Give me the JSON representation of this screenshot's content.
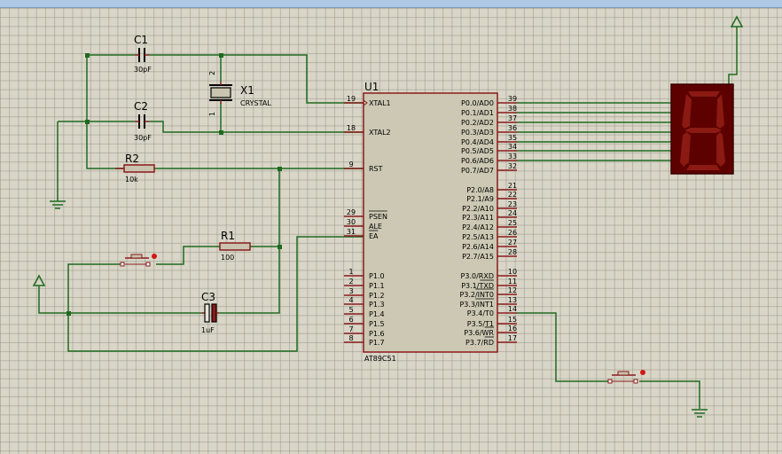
{
  "components": {
    "c1": {
      "ref": "C1",
      "value": "30pF"
    },
    "c2": {
      "ref": "C2",
      "value": "30pF"
    },
    "x1": {
      "ref": "X1",
      "value": "CRYSTAL",
      "pin1": "1",
      "pin2": "2"
    },
    "r2": {
      "ref": "R2",
      "value": "10k"
    },
    "r1": {
      "ref": "R1",
      "value": "100"
    },
    "c3": {
      "ref": "C3",
      "value": "1uF"
    }
  },
  "mcu": {
    "ref": "U1",
    "part": "AT89C51",
    "left_pins": [
      {
        "num": "19",
        "name": "XTAL1"
      },
      {
        "num": "18",
        "name": "XTAL2"
      },
      {
        "num": "9",
        "name": "RST"
      },
      {
        "num": "29",
        "name": "PSEN"
      },
      {
        "num": "30",
        "name": "ALE"
      },
      {
        "num": "31",
        "name": "EA"
      },
      {
        "num": "1",
        "name": "P1.0"
      },
      {
        "num": "2",
        "name": "P1.1"
      },
      {
        "num": "3",
        "name": "P1.2"
      },
      {
        "num": "4",
        "name": "P1.3"
      },
      {
        "num": "5",
        "name": "P1.4"
      },
      {
        "num": "6",
        "name": "P1.5"
      },
      {
        "num": "7",
        "name": "P1.6"
      },
      {
        "num": "8",
        "name": "P1.7"
      }
    ],
    "right_pins": [
      {
        "num": "39",
        "name": "P0.0/AD0"
      },
      {
        "num": "38",
        "name": "P0.1/AD1"
      },
      {
        "num": "37",
        "name": "P0.2/AD2"
      },
      {
        "num": "36",
        "name": "P0.3/AD3"
      },
      {
        "num": "35",
        "name": "P0.4/AD4"
      },
      {
        "num": "34",
        "name": "P0.5/AD5"
      },
      {
        "num": "33",
        "name": "P0.6/AD6"
      },
      {
        "num": "32",
        "name": "P0.7/AD7"
      },
      {
        "num": "21",
        "name": "P2.0/A8"
      },
      {
        "num": "22",
        "name": "P2.1/A9"
      },
      {
        "num": "23",
        "name": "P2.2/A10"
      },
      {
        "num": "24",
        "name": "P2.3/A11"
      },
      {
        "num": "25",
        "name": "P2.4/A12"
      },
      {
        "num": "26",
        "name": "P2.5/A13"
      },
      {
        "num": "27",
        "name": "P2.6/A14"
      },
      {
        "num": "28",
        "name": "P2.7/A15"
      },
      {
        "num": "10",
        "name": "P3.0/RXD"
      },
      {
        "num": "11",
        "name": "P3.1/TXD"
      },
      {
        "num": "12",
        "name": "P3.2/INT0"
      },
      {
        "num": "13",
        "name": "P3.3/INT1"
      },
      {
        "num": "14",
        "name": "P3.4/T0"
      },
      {
        "num": "15",
        "name": "P3.5/T1"
      },
      {
        "num": "16",
        "name": "P3.6/WR"
      },
      {
        "num": "17",
        "name": "P3.7/RD"
      }
    ]
  },
  "display": {
    "digit": "8"
  },
  "colors": {
    "wire": "#1f6a1f",
    "component": "#8b1a1a",
    "chip_fill": "#ccc8b3",
    "background": "#d9d6c8",
    "display_bg": "#5c0000",
    "segment": "#8a1a12"
  }
}
